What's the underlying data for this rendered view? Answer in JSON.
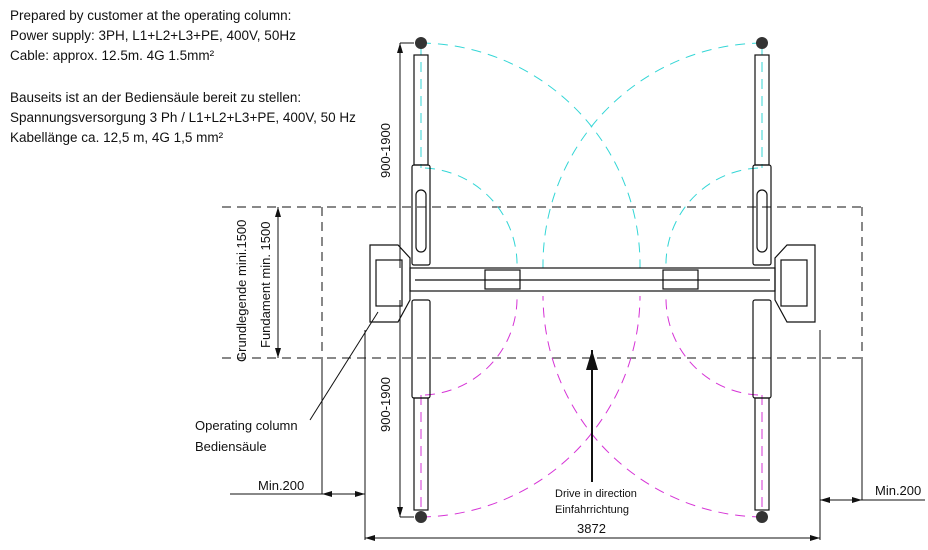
{
  "notes_en": {
    "heading": "Prepared by customer at the operating column:",
    "power": "Power supply: 3PH, L1+L2+L3+PE, 400V, 50Hz",
    "cable": "Cable: approx. 12.5m. 4G 1.5mm²"
  },
  "notes_de": {
    "heading": "Bauseits ist an der Bediensäule bereit zu stellen:",
    "power": "Spannungsversorgung 3 Ph / L1+L2+L3+PE, 400V, 50 Hz",
    "cable": "Kabellänge ca. 12,5 m, 4G 1,5 mm²"
  },
  "dimensions": {
    "arm_upper": "900-1900",
    "arm_lower": "900-1900",
    "foundation_de1": "Grundlegende mini.1500",
    "foundation_de2": "Fundament min. 1500",
    "min_left": "Min.200",
    "min_right": "Min.200",
    "width": "3872"
  },
  "labels": {
    "operating_column_en": "Operating column",
    "operating_column_de": "Bediensäule",
    "drive_en": "Drive in direction",
    "drive_de": "Einfahrrichtung"
  },
  "colors": {
    "upper_arcs": "#33d6d6",
    "lower_arcs": "#d633d6",
    "line": "#111111"
  }
}
